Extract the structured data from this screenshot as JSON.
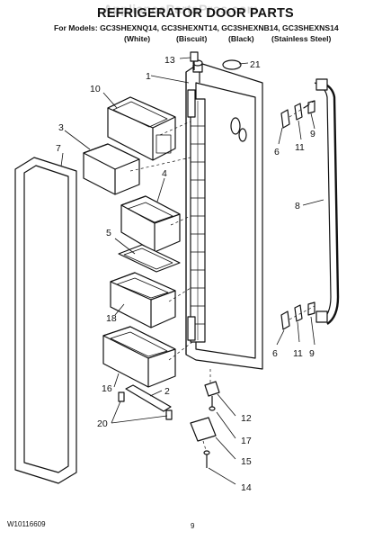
{
  "header": {
    "title": "REFRIGERATOR DOOR PARTS",
    "models": "For Models: GC3SHEXNQ14, GC3SHEXNT14, GC3SHEXNB14, GC3SHEXNS14",
    "variants": [
      "(White)",
      "(Biscuit)",
      "(Black)",
      "(Stainless Steel)"
    ],
    "watermark": "AppliancePartsPros.com"
  },
  "callouts": [
    "1",
    "2",
    "3",
    "4",
    "5",
    "6",
    "7",
    "8",
    "9",
    "10",
    "11",
    "12",
    "13",
    "14",
    "15",
    "16",
    "17",
    "18",
    "20",
    "21",
    "6",
    "9",
    "11"
  ],
  "footer": {
    "doc_number": "W10116609",
    "page": "9"
  }
}
